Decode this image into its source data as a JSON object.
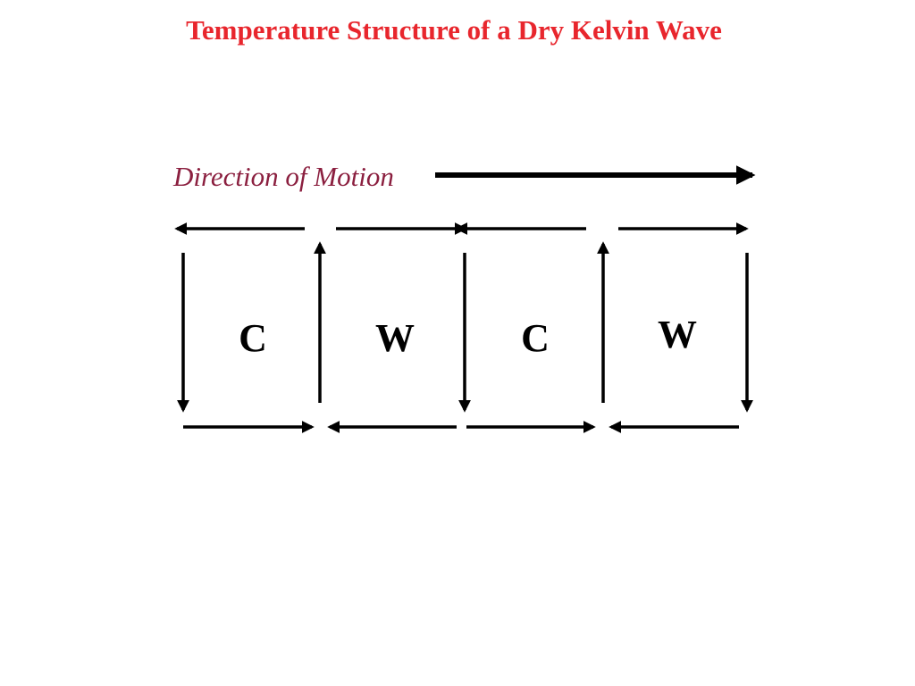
{
  "title": "Temperature Structure of a Dry Kelvin Wave",
  "motion_label": "Direction of Motion",
  "cells": [
    {
      "label": "C"
    },
    {
      "label": "W"
    },
    {
      "label": "C"
    },
    {
      "label": "W"
    }
  ],
  "colors": {
    "title": "#e8262d",
    "motion_label": "#8b1f3f",
    "arrows": "#000000",
    "cell_labels": "#000000"
  }
}
